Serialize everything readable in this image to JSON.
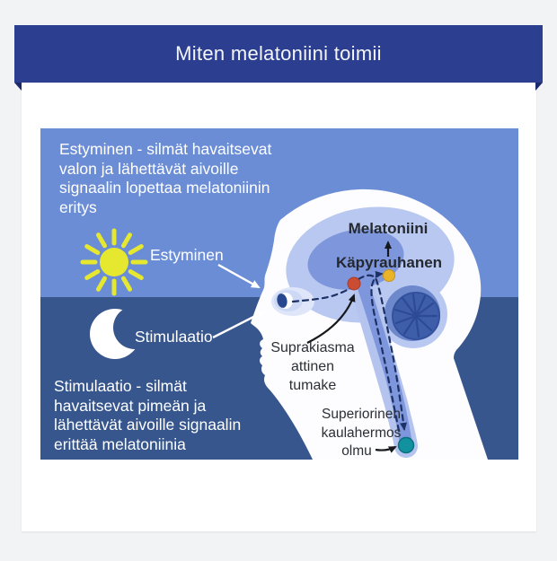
{
  "header": {
    "title": "Miten melatoniini toimii"
  },
  "diagram": {
    "day_text_lines": [
      "Estyminen - silmät havaitsevat",
      "valon ja lähettävät aivoille",
      "signaalin lopettaa melatoniinin",
      "eritys"
    ],
    "night_text_lines": [
      "Stimulaatio - silmät",
      "havaitsevat pimeän ja",
      "lähettävät aivoille signaalin",
      "erittää melatoniinia"
    ],
    "labels": {
      "inhibition": "Estyminen",
      "stimulation": "Stimulaatio",
      "melatonin": "Melatoniini",
      "pineal_gland": "Käpyrauhanen",
      "scn_line1": "Suprakiasma",
      "scn_line2": "attinen",
      "scn_line3": "tumake",
      "scg_line1": "Superiorinen",
      "scg_line2": "kaulahermos",
      "scg_line3": "olmu"
    },
    "colors": {
      "header_bar": "#2c3e90",
      "ribbon_fold": "#1b296b",
      "day_sky": "#6b8dd6",
      "night_sky": "#36568d",
      "sun": "#e6e830",
      "moon": "#ffffff",
      "head": "#fdfdff",
      "brain_light": "#b9c8f0",
      "brain_mid": "#7e97dc",
      "cerebellum": "#3f5ea9",
      "scn_dot": "#c94c33",
      "pineal_dot": "#e9b32a",
      "ganglion_dot": "#12929f",
      "pathway": "#1d3166",
      "dark_label": "#24282f"
    }
  }
}
